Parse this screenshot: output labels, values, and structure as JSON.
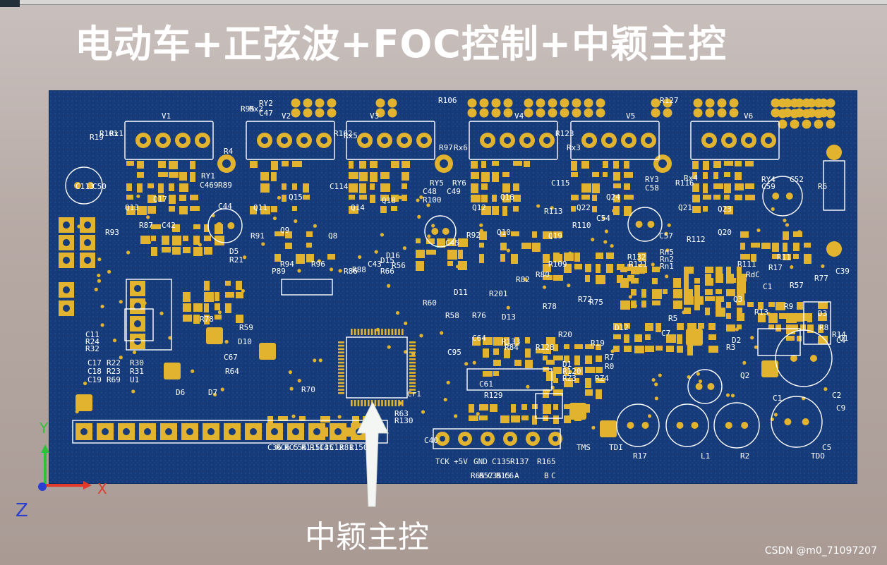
{
  "headline": "电动车+正弦波+FOC控制+中颖主控",
  "caption": "中颖主控",
  "watermark": "CSDN @m0_71097207",
  "axes": {
    "x": "X",
    "y": "Y",
    "z": "Z"
  },
  "colors": {
    "board": "#163b78",
    "pad": "#e2b32e",
    "silk": "#ffffff",
    "axis_x": "#e23a2a",
    "axis_y": "#2ec23a",
    "axis_z": "#2a3fcf"
  },
  "board": {
    "labels": [
      "V1",
      "V2",
      "V3",
      "V4",
      "V5",
      "V6",
      "R106",
      "R127",
      "R95",
      "RY2",
      "Rx2",
      "C47",
      "R19",
      "R101",
      "Rx1",
      "C113",
      "C50",
      "RY1",
      "C469",
      "R89",
      "Q13",
      "Q17",
      "C44",
      "R91",
      "Q9",
      "Q8",
      "Q11",
      "Q15",
      "C114",
      "Q14",
      "Q18",
      "R102",
      "Rx5",
      "RY5",
      "RY6",
      "C48",
      "C49",
      "R100",
      "R97",
      "Rx6",
      "Q12",
      "Q16",
      "Q10",
      "R92",
      "C45",
      "C115",
      "R123",
      "Rx3",
      "R113",
      "Q22",
      "Q24",
      "R110",
      "C54",
      "Q19",
      "RY3",
      "C58",
      "R116",
      "Rx4",
      "RY4",
      "C59",
      "C52",
      "Q21",
      "Q23",
      "Q20",
      "R112",
      "C57",
      "R6",
      "R93",
      "R87",
      "C42",
      "D5",
      "R21",
      "R86",
      "D16",
      "D15",
      "P89",
      "R94",
      "R96",
      "R88",
      "C43",
      "R66",
      "R56",
      "R60",
      "D11",
      "R58",
      "R76",
      "R201",
      "D13",
      "R82",
      "R80",
      "R78",
      "R109",
      "R132",
      "R121",
      "Rn5",
      "Rn2",
      "Rn1",
      "RdC",
      "R111",
      "R11",
      "R17",
      "C1",
      "R57",
      "D3",
      "R77",
      "C39",
      "R78",
      "R59",
      "D10",
      "C67",
      "R64",
      "D6",
      "D7",
      "C11",
      "R24",
      "R32",
      "C17",
      "R22",
      "R30",
      "C18",
      "R23",
      "R31",
      "C19",
      "R69",
      "U1",
      "R70",
      "Cr1",
      "R63",
      "R130",
      "C40",
      "C36",
      "RC6",
      "RC5",
      "C56",
      "R115",
      "R114",
      "C35",
      "C13",
      "R81",
      "R150",
      "C64",
      "C95",
      "R133",
      "R84",
      "R128",
      "C61",
      "R129",
      "D1",
      "R120",
      "RZ3",
      "RZ4",
      "R72",
      "R75",
      "D12",
      "R20",
      "R19",
      "R7",
      "R0",
      "R5",
      "C7",
      "R3",
      "D2",
      "Q3",
      "Q2",
      "R13",
      "R9",
      "R8",
      "R14",
      "Q1",
      "C4",
      "C1",
      "C2",
      "C9",
      "C5",
      "L1",
      "R17",
      "R2",
      "TDO",
      "TMS",
      "TDI",
      "TCK",
      "+5V",
      "GND",
      "C135",
      "R137",
      "R165",
      "R65",
      "R57",
      "C35",
      "R15",
      "C6",
      "A",
      "B",
      "C",
      "R4"
    ]
  }
}
